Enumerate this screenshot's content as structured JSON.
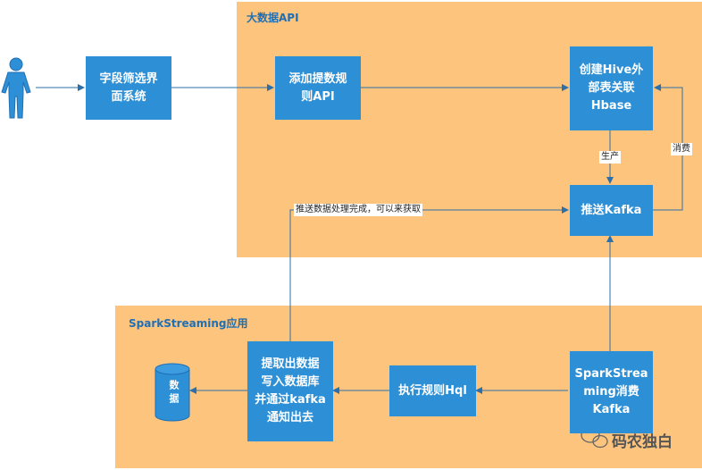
{
  "zones": {
    "bigdata_title": "大数据API",
    "spark_title": "SparkStreaming应用"
  },
  "boxes": {
    "field_filter": "字段筛选界\n面系统",
    "add_rule_api": "添加提数规\n则API",
    "hive_table": "创建Hive外\n部表关联\nHbase",
    "push_kafka": "推送Kafka",
    "spark_consume": "SparkStrea\nming消费\nKafka",
    "exec_hql": "执行规则Hql",
    "extract_write": "提取出数据\n写入数据库\n并通过kafka\n通知出去"
  },
  "database": {
    "label": "数据"
  },
  "edge_labels": {
    "produce": "生产",
    "consume": "消费",
    "push_done": "推送数据处理完成，可以来获取"
  },
  "watermark": {
    "text": "码农独白"
  },
  "colors": {
    "zone": "#fdc47d",
    "box": "#2d8fd5",
    "line": "#2d6fa8",
    "title": "#1f6fb5"
  }
}
